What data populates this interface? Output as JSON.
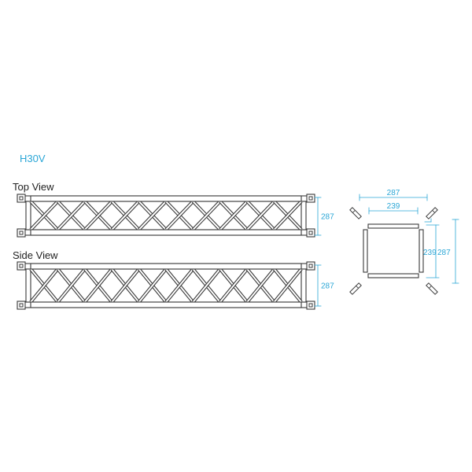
{
  "model": "H30V",
  "colors": {
    "model": "#2aa6d6",
    "dimension": "#2aa6d6",
    "outline": "#3a3a3a",
    "fill": "#ffffff"
  },
  "views": {
    "top": {
      "label": "Top View",
      "height_dim": "287"
    },
    "side": {
      "label": "Side View",
      "height_dim": "287"
    }
  },
  "section": {
    "outer_width": "287",
    "inner_width": "239",
    "inner_height": "239",
    "outer_height": "287"
  }
}
